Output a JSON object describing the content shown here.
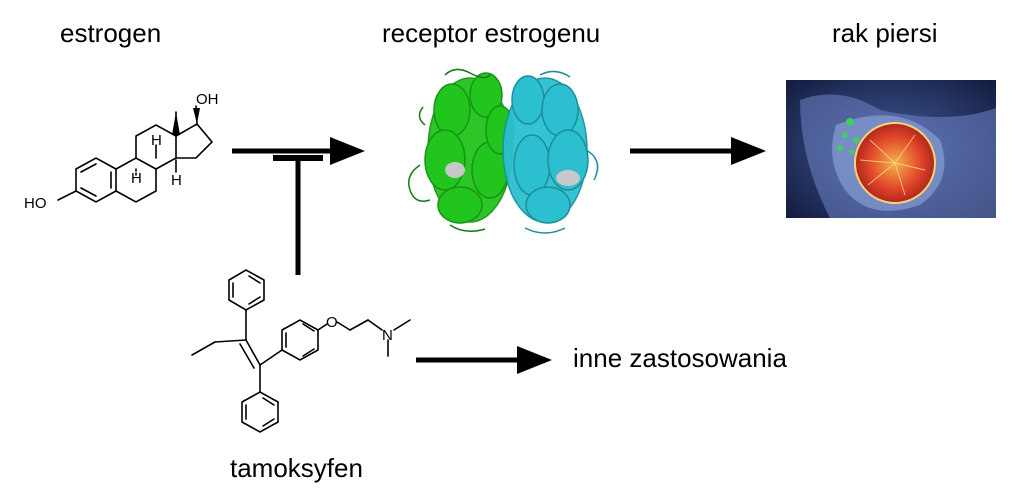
{
  "labels": {
    "estrogen": "estrogen",
    "receptor": "receptor estrogenu",
    "cancer": "rak piersi",
    "other_uses": "inne zastosowania",
    "tamoxifen": "tamoksyfen"
  },
  "molecule_atoms": {
    "estradiol_oh_top": "OH",
    "estradiol_ho": "HO",
    "estradiol_h1": "H",
    "estradiol_h2": "H",
    "estradiol_h3": "H",
    "tamoxifen_o": "O",
    "tamoxifen_n": "N"
  },
  "colors": {
    "text": "#000000",
    "receptor_chain_a": "#22c41e",
    "receptor_chain_b": "#2bbfcf",
    "ligand": "#c8c8c8",
    "breast_bg": "#1d2752",
    "tumor": "#e0442a",
    "tumor_glow": "#f6b24a"
  },
  "icons": {
    "receptor_image": "protein-ribbon-structure",
    "cancer_image": "breast-tumor-illustration"
  }
}
